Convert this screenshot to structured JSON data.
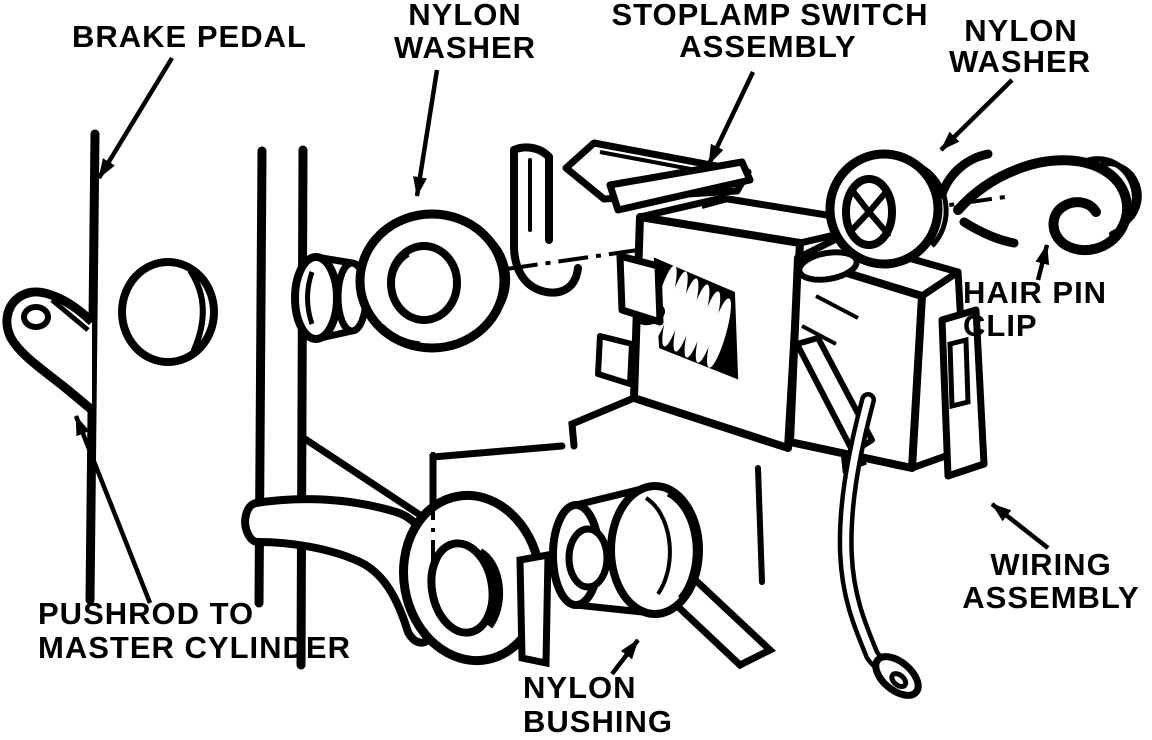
{
  "diagram": {
    "kind": "exploded-parts-line-drawing",
    "background_color": "#ffffff",
    "line_color": "#000000"
  },
  "labels": {
    "brake_pedal": {
      "text": "BRAKE PEDAL"
    },
    "nylon_washer_left": {
      "line1": "NYLON",
      "line2": "WASHER"
    },
    "stoplamp_switch_assembly": {
      "line1": "STOPLAMP SWITCH",
      "line2": "ASSEMBLY"
    },
    "nylon_washer_right": {
      "line1": "NYLON",
      "line2": "WASHER"
    },
    "hair_pin_clip": {
      "line1": "HAIR PIN",
      "line2": "CLIP"
    },
    "wiring_assembly": {
      "line1": "WIRING",
      "line2": "ASSEMBLY"
    },
    "nylon_bushing": {
      "line1": "NYLON",
      "line2": "BUSHING"
    },
    "pushrod_to_master_cylinder": {
      "line1": "PUSHROD TO",
      "line2": "MASTER CYLINDER"
    }
  }
}
